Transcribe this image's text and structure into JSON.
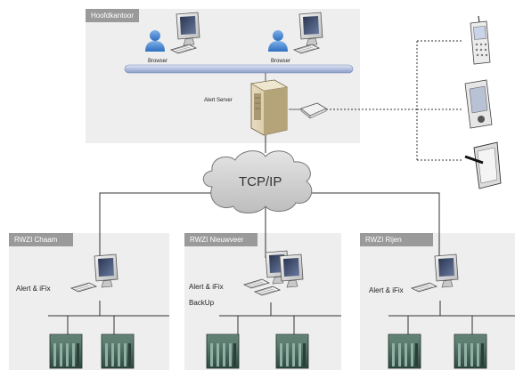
{
  "headquarters": {
    "label": "Hoofdkantoor",
    "browser_label": "Browser",
    "server_label": "Alert Server"
  },
  "network": {
    "label": "TCP/IP"
  },
  "sites": [
    {
      "label": "RWZI Chaam",
      "system": "Alert & iFix",
      "extra": ""
    },
    {
      "label": "RWZI Nieuwveer",
      "system": "Alert & iFix",
      "extra": "BackUp"
    },
    {
      "label": "RWZI Rijen",
      "system": "Alert & iFix",
      "extra": ""
    }
  ],
  "devices": [
    "mobile-phone-icon",
    "pda-icon",
    "tablet-icon"
  ],
  "colors": {
    "panel": "#eeeeee",
    "label_bg": "#9a9a9a",
    "bus": "#a8b8dc"
  }
}
